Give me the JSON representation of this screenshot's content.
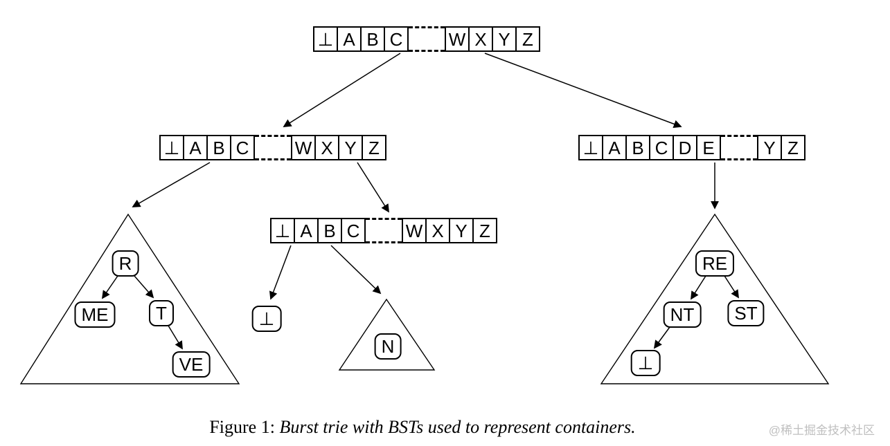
{
  "trie_nodes": [
    {
      "name": "root",
      "left_cells": [
        "⊥",
        "A",
        "B",
        "C"
      ],
      "right_cells": [
        "W",
        "X",
        "Y",
        "Z"
      ]
    },
    {
      "name": "level1_left",
      "left_cells": [
        "⊥",
        "A",
        "B",
        "C"
      ],
      "right_cells": [
        "W",
        "X",
        "Y",
        "Z"
      ]
    },
    {
      "name": "level1_right",
      "left_cells": [
        "⊥",
        "A",
        "B",
        "C",
        "D",
        "E"
      ],
      "right_cells": [
        "Y",
        "Z"
      ]
    },
    {
      "name": "level2_middle",
      "left_cells": [
        "⊥",
        "A",
        "B",
        "C"
      ],
      "right_cells": [
        "W",
        "X",
        "Y",
        "Z"
      ]
    }
  ],
  "bst": {
    "left_triangle": {
      "root": "R",
      "left_child": "ME",
      "right_child": "T",
      "right_grandchild": "VE"
    },
    "middle": {
      "leaf": "⊥",
      "triangle_node": "N"
    },
    "right_triangle": {
      "root": "RE",
      "left_child": "NT",
      "right_child": "ST",
      "left_grandchild": "⊥"
    }
  },
  "caption": {
    "prefix": "Figure 1:",
    "text": "Burst trie with BSTs used to represent containers."
  },
  "watermark": "@稀土掘金技术社区"
}
